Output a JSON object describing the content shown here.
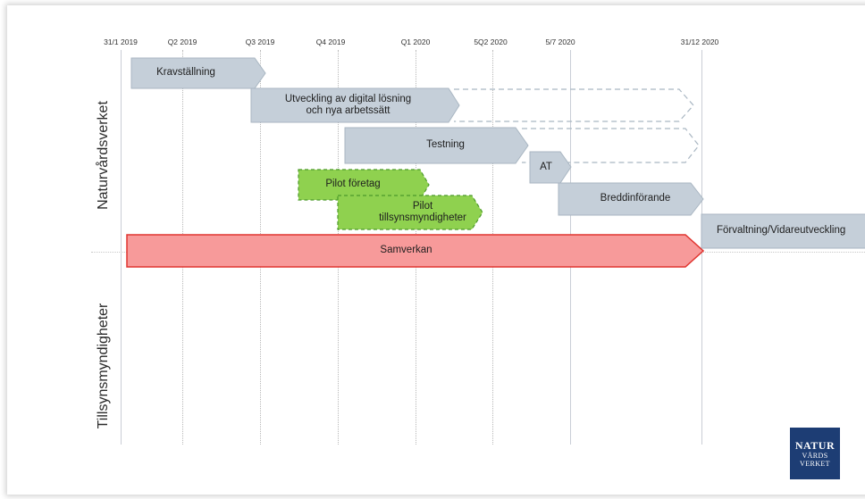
{
  "timeline": {
    "milestones": [
      "31/1 2019",
      "Q2 2019",
      "Q3 2019",
      "Q4 2019",
      "Q1 2020",
      "5Q2 2020",
      "5/7 2020",
      "31/12 2020"
    ]
  },
  "lanes": {
    "top": "Naturvårdsverket",
    "bottom": "Tillsynsmyndigheter"
  },
  "bars": {
    "kravstallning": "Kravställning",
    "utveckling_1": "Utveckling  av digital lösning",
    "utveckling_2": "och nya arbetssätt",
    "testning": "Testning",
    "at": "AT",
    "pilot_foretag": "Pilot  företag",
    "pilot_tillsyn_1": "Pilot",
    "pilot_tillsyn_2": "tillsynsmyndigheter",
    "breddinforande": "Breddinförande",
    "forvaltning": "Förvaltning/Vidareutveckling",
    "samverkan": "Samverkan"
  },
  "logo": {
    "line1": "NATUR",
    "line2": "VÅRDS",
    "line3": "VERKET"
  },
  "colors": {
    "gray_bar": "#c5cfd9",
    "gray_stroke": "#a9b6c2",
    "green_bar": "#8fd14f",
    "green_stroke": "#4c9a2a",
    "red_bar": "#f79a9a",
    "red_stroke": "#e0342f",
    "logo_bg": "#1d3d74"
  }
}
